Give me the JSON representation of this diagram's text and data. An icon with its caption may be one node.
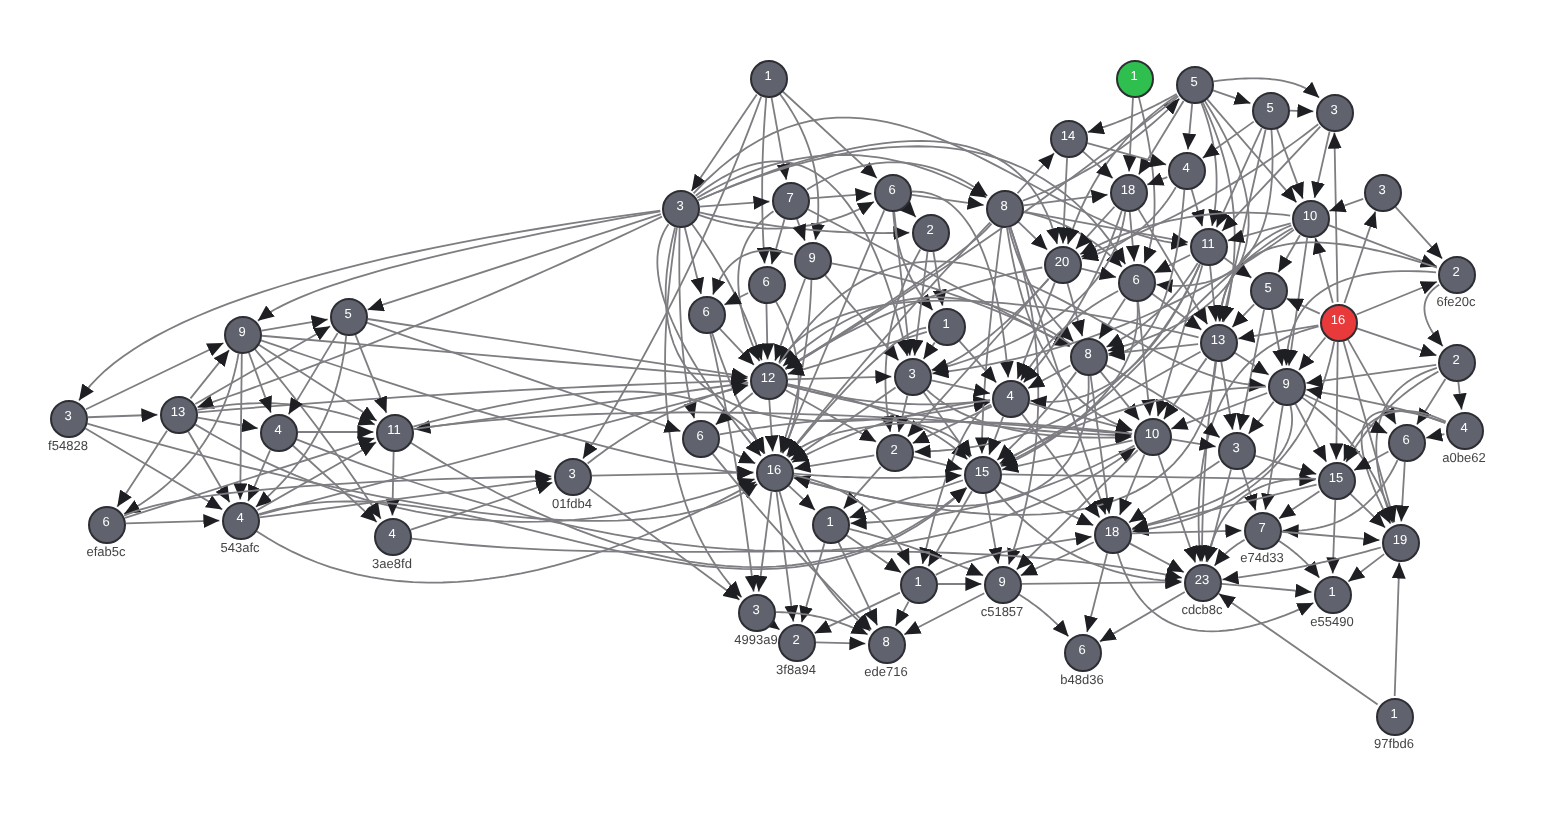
{
  "diagram": {
    "nodes": [
      {
        "text": [
          "1"
        ]
      },
      {
        "text": [
          "1"
        ]
      },
      {
        "text": [
          "5"
        ]
      },
      {
        "text": [
          "5"
        ]
      },
      {
        "text": [
          "3"
        ]
      },
      {
        "text": [
          "14"
        ]
      },
      {
        "text": [
          "4"
        ]
      },
      {
        "text": [
          "18"
        ]
      },
      {
        "text": [
          "3"
        ]
      },
      {
        "text": [
          "6"
        ]
      },
      {
        "text": [
          "7"
        ]
      },
      {
        "text": [
          "3"
        ]
      },
      {
        "text": [
          "8"
        ]
      },
      {
        "text": [
          "10"
        ]
      },
      {
        "text": [
          "2"
        ]
      },
      {
        "text": [
          "11"
        ]
      },
      {
        "text": [
          "9"
        ]
      },
      {
        "text": [
          "20"
        ]
      },
      {
        "text": [
          "2"
        ],
        "beside": [
          "6fe20c"
        ]
      },
      {
        "text": [
          "6"
        ]
      },
      {
        "text": [
          "6"
        ]
      },
      {
        "text": [
          "5"
        ]
      },
      {
        "text": [
          "6"
        ]
      },
      {
        "text": [
          "5"
        ]
      },
      {
        "text": [
          "16"
        ]
      },
      {
        "text": [
          "1"
        ]
      },
      {
        "text": [
          "9"
        ]
      },
      {
        "text": [
          "13"
        ]
      },
      {
        "text": [
          "8"
        ]
      },
      {
        "text": [
          "2"
        ]
      },
      {
        "text": [
          "12"
        ]
      },
      {
        "text": [
          "3"
        ]
      },
      {
        "text": [
          "9"
        ]
      },
      {
        "text": [
          "4"
        ]
      },
      {
        "text": [
          "13"
        ]
      },
      {
        "text": [
          "3"
        ],
        "beside": [
          "f54828"
        ]
      },
      {
        "text": [
          "4"
        ]
      },
      {
        "text": [
          "11"
        ]
      },
      {
        "text": [
          "4"
        ],
        "beside": [
          "a0be62"
        ]
      },
      {
        "text": [
          "10"
        ]
      },
      {
        "text": [
          "6"
        ]
      },
      {
        "text": [
          "6"
        ]
      },
      {
        "text": [
          "3"
        ]
      },
      {
        "text": [
          "2"
        ]
      },
      {
        "text": [
          "16"
        ]
      },
      {
        "text": [
          "15"
        ]
      },
      {
        "text": [
          "3"
        ],
        "beside": [
          "01fdb4"
        ]
      },
      {
        "text": [
          "15"
        ]
      },
      {
        "text": [
          "6"
        ],
        "beside": [
          "efab5c"
        ]
      },
      {
        "text": [
          "4"
        ],
        "beside": [
          "543afc"
        ]
      },
      {
        "text": [
          "1"
        ]
      },
      {
        "text": [
          "18"
        ]
      },
      {
        "text": [
          "7"
        ],
        "beside": [
          "e74d33"
        ]
      },
      {
        "text": [
          "4"
        ],
        "beside": [
          "3ae8fd"
        ]
      },
      {
        "text": [
          "19"
        ]
      },
      {
        "text": [
          "1"
        ]
      },
      {
        "text": [
          "9"
        ],
        "beside": [
          "c51857"
        ]
      },
      {
        "text": [
          "23"
        ],
        "beside": [
          "cdcb8c"
        ]
      },
      {
        "text": [
          "1"
        ],
        "beside": [
          "e55490"
        ]
      },
      {
        "text": [
          "3"
        ],
        "beside": [
          "4993a9"
        ]
      },
      {
        "text": [
          "2"
        ],
        "beside": [
          "3f8a94"
        ]
      },
      {
        "text": [
          "8"
        ],
        "beside": [
          "ede716"
        ]
      },
      {
        "text": [
          "6"
        ],
        "beside": [
          "b48d36"
        ]
      },
      {
        "text": [
          "1"
        ],
        "beside": [
          "97fbd6"
        ]
      }
    ],
    "edges": [
      {
        "from": 0,
        "to": 11,
        "arrow": "to"
      },
      {
        "from": 0,
        "to": 10,
        "arrow": "to"
      },
      {
        "from": 0,
        "to": 9,
        "arrow": "to"
      },
      {
        "from": 0,
        "to": 46,
        "arrow": "to"
      },
      {
        "from": 0,
        "to": 20,
        "arrow": "to"
      },
      {
        "from": 0,
        "to": 16,
        "arrow": "to"
      },
      {
        "from": 11,
        "to": 35,
        "arrow": "to"
      },
      {
        "from": 11,
        "to": 34,
        "arrow": "to"
      },
      {
        "from": 11,
        "to": 26,
        "arrow": "to"
      },
      {
        "from": 11,
        "to": 23,
        "arrow": "to"
      },
      {
        "from": 11,
        "to": 10,
        "arrow": "to"
      },
      {
        "from": 11,
        "to": 9,
        "arrow": "to"
      },
      {
        "from": 11,
        "to": 12,
        "arrow": "to"
      },
      {
        "from": 11,
        "to": 30,
        "arrow": "to"
      },
      {
        "from": 11,
        "to": 22,
        "arrow": "to"
      },
      {
        "from": 11,
        "to": 40,
        "arrow": "to"
      },
      {
        "from": 11,
        "to": 44,
        "arrow": "to"
      },
      {
        "from": 11,
        "to": 59,
        "arrow": "to"
      },
      {
        "from": 11,
        "to": 14,
        "arrow": "to"
      },
      {
        "from": 11,
        "to": 17,
        "arrow": "to"
      },
      {
        "from": 11,
        "to": 19,
        "arrow": "to"
      },
      {
        "from": 11,
        "to": 33,
        "arrow": "to"
      },
      {
        "from": 11,
        "to": 31,
        "arrow": "to"
      },
      {
        "from": 11,
        "to": 15,
        "arrow": "to"
      },
      {
        "from": 10,
        "to": 9,
        "arrow": "to"
      },
      {
        "from": 10,
        "to": 16,
        "arrow": "to"
      },
      {
        "from": 10,
        "to": 20,
        "arrow": "to"
      },
      {
        "from": 10,
        "to": 30,
        "arrow": "to"
      },
      {
        "from": 10,
        "to": 12,
        "arrow": "to"
      },
      {
        "from": 10,
        "to": 28,
        "arrow": "to"
      },
      {
        "from": 9,
        "to": 12,
        "arrow": "to"
      },
      {
        "from": 9,
        "to": 14,
        "arrow": "to"
      },
      {
        "from": 9,
        "to": 31,
        "arrow": "to"
      },
      {
        "from": 9,
        "to": 44,
        "arrow": "to"
      },
      {
        "from": 9,
        "to": 33,
        "arrow": "to"
      },
      {
        "from": 9,
        "to": 25,
        "arrow": "to"
      },
      {
        "from": 12,
        "to": 5,
        "arrow": "to"
      },
      {
        "from": 12,
        "to": 2,
        "arrow": "to"
      },
      {
        "from": 12,
        "to": 17,
        "arrow": "to"
      },
      {
        "from": 12,
        "to": 19,
        "arrow": "to"
      },
      {
        "from": 12,
        "to": 28,
        "arrow": "to"
      },
      {
        "from": 12,
        "to": 39,
        "arrow": "to"
      },
      {
        "from": 12,
        "to": 45,
        "arrow": "to"
      },
      {
        "from": 12,
        "to": 51,
        "arrow": "to"
      },
      {
        "from": 12,
        "to": 30,
        "arrow": "to"
      },
      {
        "from": 12,
        "to": 44,
        "arrow": "to"
      },
      {
        "from": 12,
        "to": 56,
        "arrow": "to"
      },
      {
        "from": 12,
        "to": 7,
        "arrow": "to"
      },
      {
        "from": 12,
        "to": 15,
        "arrow": "to"
      },
      {
        "from": 14,
        "to": 25,
        "arrow": "to"
      },
      {
        "from": 14,
        "to": 31,
        "arrow": "to"
      },
      {
        "from": 14,
        "to": 43,
        "arrow": "to"
      },
      {
        "from": 16,
        "to": 30,
        "arrow": "to"
      },
      {
        "from": 16,
        "to": 44,
        "arrow": "to"
      },
      {
        "from": 16,
        "to": 22,
        "arrow": "to"
      },
      {
        "from": 16,
        "to": 31,
        "arrow": "to"
      },
      {
        "from": 16,
        "to": 28,
        "arrow": "to"
      },
      {
        "from": 20,
        "to": 30,
        "arrow": "to"
      },
      {
        "from": 20,
        "to": 22,
        "arrow": "to"
      },
      {
        "from": 20,
        "to": 44,
        "arrow": "to"
      },
      {
        "from": 22,
        "to": 30,
        "arrow": "to"
      },
      {
        "from": 22,
        "to": 44,
        "arrow": "to"
      },
      {
        "from": 22,
        "to": 59,
        "arrow": "to"
      },
      {
        "from": 1,
        "to": 7,
        "arrow": "to"
      },
      {
        "from": 1,
        "to": 19,
        "arrow": "to"
      },
      {
        "from": 2,
        "to": 5,
        "arrow": "to"
      },
      {
        "from": 2,
        "to": 7,
        "arrow": "to"
      },
      {
        "from": 2,
        "to": 6,
        "arrow": "to"
      },
      {
        "from": 2,
        "to": 15,
        "arrow": "to"
      },
      {
        "from": 2,
        "to": 13,
        "arrow": "to"
      },
      {
        "from": 2,
        "to": 17,
        "arrow": "to"
      },
      {
        "from": 2,
        "to": 4,
        "arrow": "to"
      },
      {
        "from": 2,
        "to": 3,
        "arrow": "to"
      },
      {
        "from": 2,
        "to": 30,
        "arrow": "to"
      },
      {
        "from": 2,
        "to": 27,
        "arrow": "to"
      },
      {
        "from": 2,
        "to": 28,
        "arrow": "to"
      },
      {
        "from": 3,
        "to": 15,
        "arrow": "to"
      },
      {
        "from": 3,
        "to": 13,
        "arrow": "to"
      },
      {
        "from": 3,
        "to": 6,
        "arrow": "to"
      },
      {
        "from": 3,
        "to": 27,
        "arrow": "to"
      },
      {
        "from": 3,
        "to": 4,
        "arrow": "to"
      },
      {
        "from": 3,
        "to": 19,
        "arrow": "to"
      },
      {
        "from": 4,
        "to": 13,
        "arrow": "to"
      },
      {
        "from": 4,
        "to": 15,
        "arrow": "to"
      },
      {
        "from": 24,
        "to": 4,
        "arrow": "to"
      },
      {
        "from": 4,
        "to": 17,
        "arrow": "to"
      },
      {
        "from": 5,
        "to": 17,
        "arrow": "to"
      },
      {
        "from": 5,
        "to": 7,
        "arrow": "to"
      },
      {
        "from": 5,
        "to": 6,
        "arrow": "to"
      },
      {
        "from": 6,
        "to": 7,
        "arrow": "to"
      },
      {
        "from": 6,
        "to": 15,
        "arrow": "to"
      },
      {
        "from": 6,
        "to": 17,
        "arrow": "to"
      },
      {
        "from": 6,
        "to": 28,
        "arrow": "to"
      },
      {
        "from": 7,
        "to": 17,
        "arrow": "to"
      },
      {
        "from": 7,
        "to": 19,
        "arrow": "to"
      },
      {
        "from": 7,
        "to": 31,
        "arrow": "to"
      },
      {
        "from": 7,
        "to": 33,
        "arrow": "to"
      },
      {
        "from": 7,
        "to": 27,
        "arrow": "to"
      },
      {
        "from": 8,
        "to": 13,
        "arrow": "to"
      },
      {
        "from": 24,
        "to": 8,
        "arrow": "to"
      },
      {
        "from": 8,
        "to": 18,
        "arrow": "to"
      },
      {
        "from": 13,
        "to": 15,
        "arrow": "to"
      },
      {
        "from": 24,
        "to": 13,
        "arrow": "to"
      },
      {
        "from": 13,
        "to": 21,
        "arrow": "to"
      },
      {
        "from": 13,
        "to": 18,
        "arrow": "to"
      },
      {
        "from": 13,
        "to": 27,
        "arrow": "to"
      },
      {
        "from": 13,
        "to": 32,
        "arrow": "to"
      },
      {
        "from": 13,
        "to": 17,
        "arrow": "to"
      },
      {
        "from": 13,
        "to": 31,
        "arrow": "to"
      },
      {
        "from": 13,
        "to": 45,
        "arrow": "to"
      },
      {
        "from": 15,
        "to": 19,
        "arrow": "to"
      },
      {
        "from": 15,
        "to": 21,
        "arrow": "to"
      },
      {
        "from": 15,
        "to": 27,
        "arrow": "to"
      },
      {
        "from": 15,
        "to": 33,
        "arrow": "to"
      },
      {
        "from": 15,
        "to": 28,
        "arrow": "to"
      },
      {
        "from": 15,
        "to": 39,
        "arrow": "to"
      },
      {
        "from": 15,
        "to": 43,
        "arrow": "to"
      },
      {
        "from": 17,
        "to": 19,
        "arrow": "to"
      },
      {
        "from": 17,
        "to": 28,
        "arrow": "to"
      },
      {
        "from": 17,
        "to": 31,
        "arrow": "to"
      },
      {
        "from": 17,
        "to": 30,
        "arrow": "to"
      },
      {
        "from": 17,
        "to": 33,
        "arrow": "to"
      },
      {
        "from": 17,
        "to": 43,
        "arrow": "to"
      },
      {
        "from": 24,
        "to": 18,
        "arrow": "to"
      },
      {
        "from": 18,
        "to": 29,
        "arrow": "to"
      },
      {
        "from": 18,
        "to": 32,
        "arrow": "to"
      },
      {
        "from": 18,
        "to": 27,
        "arrow": "to"
      },
      {
        "from": 19,
        "to": 28,
        "arrow": "to"
      },
      {
        "from": 19,
        "to": 27,
        "arrow": "to"
      },
      {
        "from": 19,
        "to": 39,
        "arrow": "to"
      },
      {
        "from": 19,
        "to": 33,
        "arrow": "to"
      },
      {
        "from": 19,
        "to": 45,
        "arrow": "to"
      },
      {
        "from": 21,
        "to": 27,
        "arrow": "to"
      },
      {
        "from": 21,
        "to": 32,
        "arrow": "to"
      },
      {
        "from": 24,
        "to": 21,
        "arrow": "to"
      },
      {
        "from": 21,
        "to": 42,
        "arrow": "to"
      },
      {
        "from": 24,
        "to": 32,
        "arrow": "to"
      },
      {
        "from": 24,
        "to": 41,
        "arrow": "to"
      },
      {
        "from": 24,
        "to": 47,
        "arrow": "to"
      },
      {
        "from": 24,
        "to": 54,
        "arrow": "to"
      },
      {
        "from": 24,
        "to": 29,
        "arrow": "to"
      },
      {
        "from": 24,
        "to": 27,
        "arrow": "to"
      },
      {
        "from": 24,
        "to": 51,
        "arrow": "to"
      },
      {
        "from": 24,
        "to": 57,
        "arrow": "to"
      },
      {
        "from": 25,
        "to": 31,
        "arrow": "to"
      },
      {
        "from": 25,
        "to": 30,
        "arrow": "to"
      },
      {
        "from": 25,
        "to": 33,
        "arrow": "to"
      },
      {
        "from": 25,
        "to": 44,
        "arrow": "to"
      },
      {
        "from": 27,
        "to": 28,
        "arrow": "to"
      },
      {
        "from": 27,
        "to": 32,
        "arrow": "to"
      },
      {
        "from": 27,
        "to": 39,
        "arrow": "to"
      },
      {
        "from": 27,
        "to": 42,
        "arrow": "to"
      },
      {
        "from": 27,
        "to": 45,
        "arrow": "to"
      },
      {
        "from": 27,
        "to": 44,
        "arrow": "to"
      },
      {
        "from": 27,
        "to": 30,
        "arrow": "to"
      },
      {
        "from": 27,
        "to": 57,
        "arrow": "to"
      },
      {
        "from": 28,
        "to": 33,
        "arrow": "to"
      },
      {
        "from": 28,
        "to": 39,
        "arrow": "to"
      },
      {
        "from": 28,
        "to": 45,
        "arrow": "to"
      },
      {
        "from": 28,
        "to": 30,
        "arrow": "to"
      },
      {
        "from": 28,
        "to": 44,
        "arrow": "to"
      },
      {
        "from": 28,
        "to": 42,
        "arrow": "to"
      },
      {
        "from": 28,
        "to": 51,
        "arrow": "to"
      },
      {
        "from": 29,
        "to": 32,
        "arrow": "to"
      },
      {
        "from": 29,
        "to": 41,
        "arrow": "to"
      },
      {
        "from": 29,
        "to": 38,
        "arrow": "to"
      },
      {
        "from": 29,
        "to": 47,
        "arrow": "to"
      },
      {
        "from": 29,
        "to": 54,
        "arrow": "to"
      },
      {
        "from": 30,
        "to": 31,
        "arrow": "to"
      },
      {
        "from": 30,
        "to": 44,
        "arrow": "to"
      },
      {
        "from": 30,
        "to": 40,
        "arrow": "to"
      },
      {
        "from": 30,
        "to": 43,
        "arrow": "to"
      },
      {
        "from": 30,
        "to": 45,
        "arrow": "to"
      },
      {
        "from": 30,
        "to": 33,
        "arrow": "to"
      },
      {
        "from": 30,
        "to": 39,
        "arrow": "to"
      },
      {
        "from": 30,
        "to": 32,
        "arrow": "to"
      },
      {
        "from": 30,
        "to": 37,
        "arrow": "to"
      },
      {
        "from": 31,
        "to": 33,
        "arrow": "to"
      },
      {
        "from": 31,
        "to": 43,
        "arrow": "to"
      },
      {
        "from": 31,
        "to": 45,
        "arrow": "to"
      },
      {
        "from": 31,
        "to": 44,
        "arrow": "to"
      },
      {
        "from": 31,
        "to": 39,
        "arrow": "to"
      },
      {
        "from": 32,
        "to": 39,
        "arrow": "to"
      },
      {
        "from": 32,
        "to": 42,
        "arrow": "to"
      },
      {
        "from": 32,
        "to": 41,
        "arrow": "to"
      },
      {
        "from": 32,
        "to": 47,
        "arrow": "to"
      },
      {
        "from": 32,
        "to": 51,
        "arrow": "to"
      },
      {
        "from": 32,
        "to": 52,
        "arrow": "to"
      },
      {
        "from": 32,
        "to": 45,
        "arrow": "to"
      },
      {
        "from": 32,
        "to": 54,
        "arrow": "to"
      },
      {
        "from": 33,
        "to": 39,
        "arrow": "to"
      },
      {
        "from": 33,
        "to": 45,
        "arrow": "to"
      },
      {
        "from": 33,
        "to": 43,
        "arrow": "to"
      },
      {
        "from": 33,
        "to": 44,
        "arrow": "to"
      },
      {
        "from": 33,
        "to": 51,
        "arrow": "to"
      },
      {
        "from": 33,
        "to": 55,
        "arrow": "to"
      },
      {
        "from": 35,
        "to": 34,
        "arrow": "to"
      },
      {
        "from": 35,
        "to": 26,
        "arrow": "to"
      },
      {
        "from": 35,
        "to": 49,
        "arrow": "to"
      },
      {
        "from": 35,
        "to": 44,
        "arrow": "to"
      },
      {
        "from": 34,
        "to": 26,
        "arrow": "to"
      },
      {
        "from": 34,
        "to": 23,
        "arrow": "to"
      },
      {
        "from": 34,
        "to": 48,
        "arrow": "to"
      },
      {
        "from": 34,
        "to": 49,
        "arrow": "to"
      },
      {
        "from": 34,
        "to": 36,
        "arrow": "to"
      },
      {
        "from": 34,
        "to": 37,
        "arrow": "to"
      },
      {
        "from": 34,
        "to": 30,
        "arrow": "to"
      },
      {
        "from": 34,
        "to": 44,
        "arrow": "to"
      },
      {
        "from": 26,
        "to": 23,
        "arrow": "to"
      },
      {
        "from": 26,
        "to": 49,
        "arrow": "to"
      },
      {
        "from": 26,
        "to": 36,
        "arrow": "to"
      },
      {
        "from": 26,
        "to": 37,
        "arrow": "to"
      },
      {
        "from": 26,
        "to": 53,
        "arrow": "to"
      },
      {
        "from": 26,
        "to": 48,
        "arrow": "to"
      },
      {
        "from": 26,
        "to": 30,
        "arrow": "to"
      },
      {
        "from": 26,
        "to": 44,
        "arrow": "to"
      },
      {
        "from": 23,
        "to": 37,
        "arrow": "to"
      },
      {
        "from": 23,
        "to": 36,
        "arrow": "to"
      },
      {
        "from": 23,
        "to": 49,
        "arrow": "to"
      },
      {
        "from": 23,
        "to": 30,
        "arrow": "to"
      },
      {
        "from": 23,
        "to": 40,
        "arrow": "to"
      },
      {
        "from": 36,
        "to": 37,
        "arrow": "to"
      },
      {
        "from": 36,
        "to": 49,
        "arrow": "to"
      },
      {
        "from": 36,
        "to": 53,
        "arrow": "to"
      },
      {
        "from": 36,
        "to": 39,
        "arrow": "to"
      },
      {
        "from": 37,
        "to": 53,
        "arrow": "to"
      },
      {
        "from": 37,
        "to": 44,
        "arrow": "to"
      },
      {
        "from": 37,
        "to": 45,
        "arrow": "to"
      },
      {
        "from": 37,
        "to": 39,
        "arrow": "to"
      },
      {
        "from": 48,
        "to": 49,
        "arrow": "to"
      },
      {
        "from": 48,
        "to": 37,
        "arrow": "to"
      },
      {
        "from": 48,
        "to": 46,
        "arrow": "to"
      },
      {
        "from": 49,
        "to": 37,
        "arrow": "to"
      },
      {
        "from": 49,
        "to": 46,
        "arrow": "to"
      },
      {
        "from": 49,
        "to": 30,
        "arrow": "to"
      },
      {
        "from": 49,
        "to": 44,
        "arrow": "to"
      },
      {
        "from": 49,
        "to": 45,
        "arrow": "to"
      },
      {
        "from": 53,
        "to": 46,
        "arrow": "to"
      },
      {
        "from": 53,
        "to": 57,
        "arrow": "to"
      },
      {
        "from": 46,
        "to": 59,
        "arrow": "to"
      },
      {
        "from": 46,
        "to": 30,
        "arrow": "to"
      },
      {
        "from": 46,
        "to": 44,
        "arrow": "to"
      },
      {
        "from": 38,
        "to": 41,
        "arrow": "to"
      },
      {
        "from": 38,
        "to": 54,
        "arrow": "to"
      },
      {
        "from": 38,
        "to": 47,
        "arrow": "to"
      },
      {
        "from": 38,
        "to": 32,
        "arrow": "to"
      },
      {
        "from": 39,
        "to": 42,
        "arrow": "to"
      },
      {
        "from": 39,
        "to": 45,
        "arrow": "to"
      },
      {
        "from": 39,
        "to": 51,
        "arrow": "to"
      },
      {
        "from": 39,
        "to": 57,
        "arrow": "to"
      },
      {
        "from": 39,
        "to": 44,
        "arrow": "to"
      },
      {
        "from": 39,
        "to": 50,
        "arrow": "to"
      },
      {
        "from": 39,
        "to": 56,
        "arrow": "to"
      },
      {
        "from": 40,
        "to": 44,
        "arrow": "to"
      },
      {
        "from": 40,
        "to": 61,
        "arrow": "to"
      },
      {
        "from": 40,
        "to": 45,
        "arrow": "to"
      },
      {
        "from": 41,
        "to": 47,
        "arrow": "to"
      },
      {
        "from": 41,
        "to": 54,
        "arrow": "to"
      },
      {
        "from": 41,
        "to": 52,
        "arrow": "to"
      },
      {
        "from": 42,
        "to": 51,
        "arrow": "to"
      },
      {
        "from": 42,
        "to": 52,
        "arrow": "to"
      },
      {
        "from": 42,
        "to": 57,
        "arrow": "to"
      },
      {
        "from": 42,
        "to": 47,
        "arrow": "to"
      },
      {
        "from": 43,
        "to": 45,
        "arrow": "to"
      },
      {
        "from": 43,
        "to": 44,
        "arrow": "to"
      },
      {
        "from": 43,
        "to": 50,
        "arrow": "to"
      },
      {
        "from": 44,
        "to": 45,
        "arrow": "to"
      },
      {
        "from": 44,
        "to": 50,
        "arrow": "to"
      },
      {
        "from": 44,
        "to": 59,
        "arrow": "to"
      },
      {
        "from": 44,
        "to": 60,
        "arrow": "to"
      },
      {
        "from": 44,
        "to": 61,
        "arrow": "to"
      },
      {
        "from": 44,
        "to": 55,
        "arrow": "to"
      },
      {
        "from": 45,
        "to": 51,
        "arrow": "to"
      },
      {
        "from": 45,
        "to": 55,
        "arrow": "to"
      },
      {
        "from": 45,
        "to": 56,
        "arrow": "to"
      },
      {
        "from": 45,
        "to": 57,
        "arrow": "to"
      },
      {
        "from": 45,
        "to": 50,
        "arrow": "to"
      },
      {
        "from": 45,
        "to": 47,
        "arrow": "to"
      },
      {
        "from": 47,
        "to": 51,
        "arrow": "to"
      },
      {
        "from": 47,
        "to": 52,
        "arrow": "to"
      },
      {
        "from": 47,
        "to": 54,
        "arrow": "to"
      },
      {
        "from": 47,
        "to": 57,
        "arrow": "to"
      },
      {
        "from": 47,
        "to": 58,
        "arrow": "to"
      },
      {
        "from": 50,
        "to": 55,
        "arrow": "to"
      },
      {
        "from": 50,
        "to": 56,
        "arrow": "to"
      },
      {
        "from": 50,
        "to": 60,
        "arrow": "to"
      },
      {
        "from": 50,
        "to": 61,
        "arrow": "to"
      },
      {
        "from": 51,
        "to": 56,
        "arrow": "to"
      },
      {
        "from": 51,
        "to": 57,
        "arrow": "to"
      },
      {
        "from": 51,
        "to": 62,
        "arrow": "to"
      },
      {
        "from": 51,
        "to": 58,
        "arrow": "to"
      },
      {
        "from": 51,
        "to": 52,
        "arrow": "to"
      },
      {
        "from": 52,
        "to": 57,
        "arrow": "to"
      },
      {
        "from": 52,
        "to": 58,
        "arrow": "to"
      },
      {
        "from": 52,
        "to": 54,
        "arrow": "to"
      },
      {
        "from": 54,
        "to": 58,
        "arrow": "to"
      },
      {
        "from": 54,
        "to": 57,
        "arrow": "to"
      },
      {
        "from": 55,
        "to": 56,
        "arrow": "to"
      },
      {
        "from": 55,
        "to": 61,
        "arrow": "to"
      },
      {
        "from": 55,
        "to": 60,
        "arrow": "to"
      },
      {
        "from": 55,
        "to": 51,
        "arrow": "to"
      },
      {
        "from": 56,
        "to": 57,
        "arrow": "to"
      },
      {
        "from": 56,
        "to": 62,
        "arrow": "to"
      },
      {
        "from": 56,
        "to": 61,
        "arrow": "to"
      },
      {
        "from": 57,
        "to": 62,
        "arrow": "to"
      },
      {
        "from": 63,
        "to": 57,
        "arrow": "to"
      },
      {
        "from": 57,
        "to": 58,
        "arrow": "to"
      },
      {
        "from": 59,
        "to": 60,
        "arrow": "to"
      },
      {
        "from": 59,
        "to": 61,
        "arrow": "to"
      },
      {
        "from": 60,
        "to": 61,
        "arrow": "to"
      },
      {
        "from": 63,
        "to": 54,
        "arrow": "to"
      }
    ]
  }
}
